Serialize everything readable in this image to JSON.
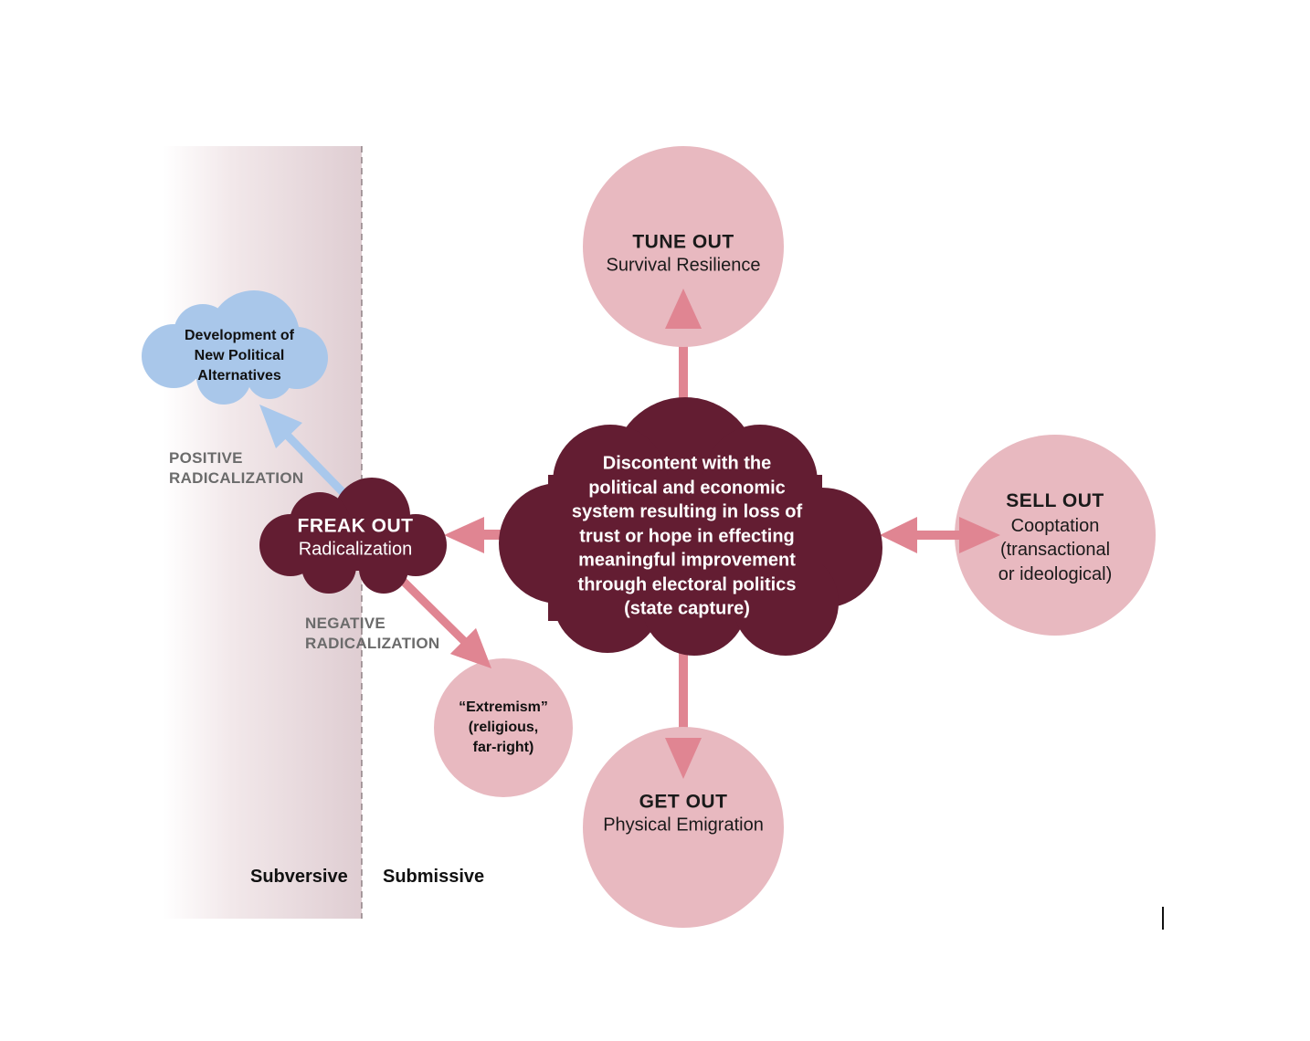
{
  "colors": {
    "dark_maroon": "#631d32",
    "pink": "#e8b9c0",
    "arrow_pink": "#e08592",
    "arrow_blue": "#a9c8ec",
    "blue_cloud": "#a9c7ea",
    "band": "#e0d0d4",
    "rad_label": "#6b6b6b"
  },
  "center": {
    "lines": [
      "Discontent with the",
      "political and economic",
      "system resulting in loss of",
      "trust or hope in effecting",
      "meaningful improvement",
      "through electoral politics",
      "(state capture)"
    ]
  },
  "tune_out": {
    "title": "TUNE OUT",
    "subtitle": "Survival Resilience"
  },
  "sell_out": {
    "title": "SELL OUT",
    "lines": [
      "Cooptation",
      "(transactional",
      "or ideological)"
    ]
  },
  "get_out": {
    "title": "GET OUT",
    "subtitle": "Physical Emigration"
  },
  "freak_out": {
    "title": "FREAK OUT",
    "subtitle": "Radicalization"
  },
  "new_alternatives": {
    "lines": [
      "Development of",
      "New Political",
      "Alternatives"
    ]
  },
  "extremism": {
    "lines": [
      "“Extremism”",
      "(religious,",
      "far-right)"
    ]
  },
  "positive_radicalization": {
    "lines": [
      "POSITIVE",
      "RADICALIZATION"
    ]
  },
  "negative_radicalization": {
    "lines": [
      "NEGATIVE",
      "RADICALIZATION"
    ]
  },
  "zones": {
    "left": "Subversive",
    "right": "Submissive"
  }
}
